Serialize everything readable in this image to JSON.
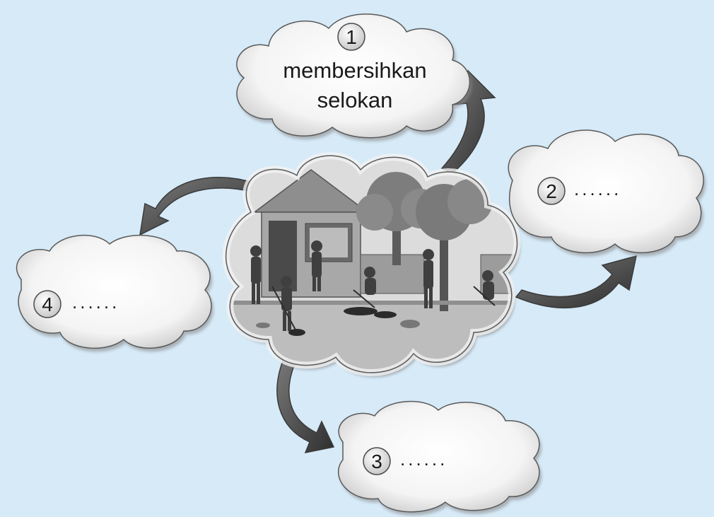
{
  "clouds": [
    {
      "number": "1",
      "line1": "membersihkan",
      "line2": "selokan"
    },
    {
      "number": "2",
      "text": "......"
    },
    {
      "number": "3",
      "text": "......"
    },
    {
      "number": "4",
      "text": "......"
    }
  ],
  "colors": {
    "background": "#d6eaf8",
    "cloud_fill": "#ffffff",
    "cloud_shadow": "#8c8c8c",
    "arrow": "#4a4a4a",
    "illustration": "#9a9a9a"
  },
  "center_image": {
    "icon": "community-cleanup-illustration"
  }
}
